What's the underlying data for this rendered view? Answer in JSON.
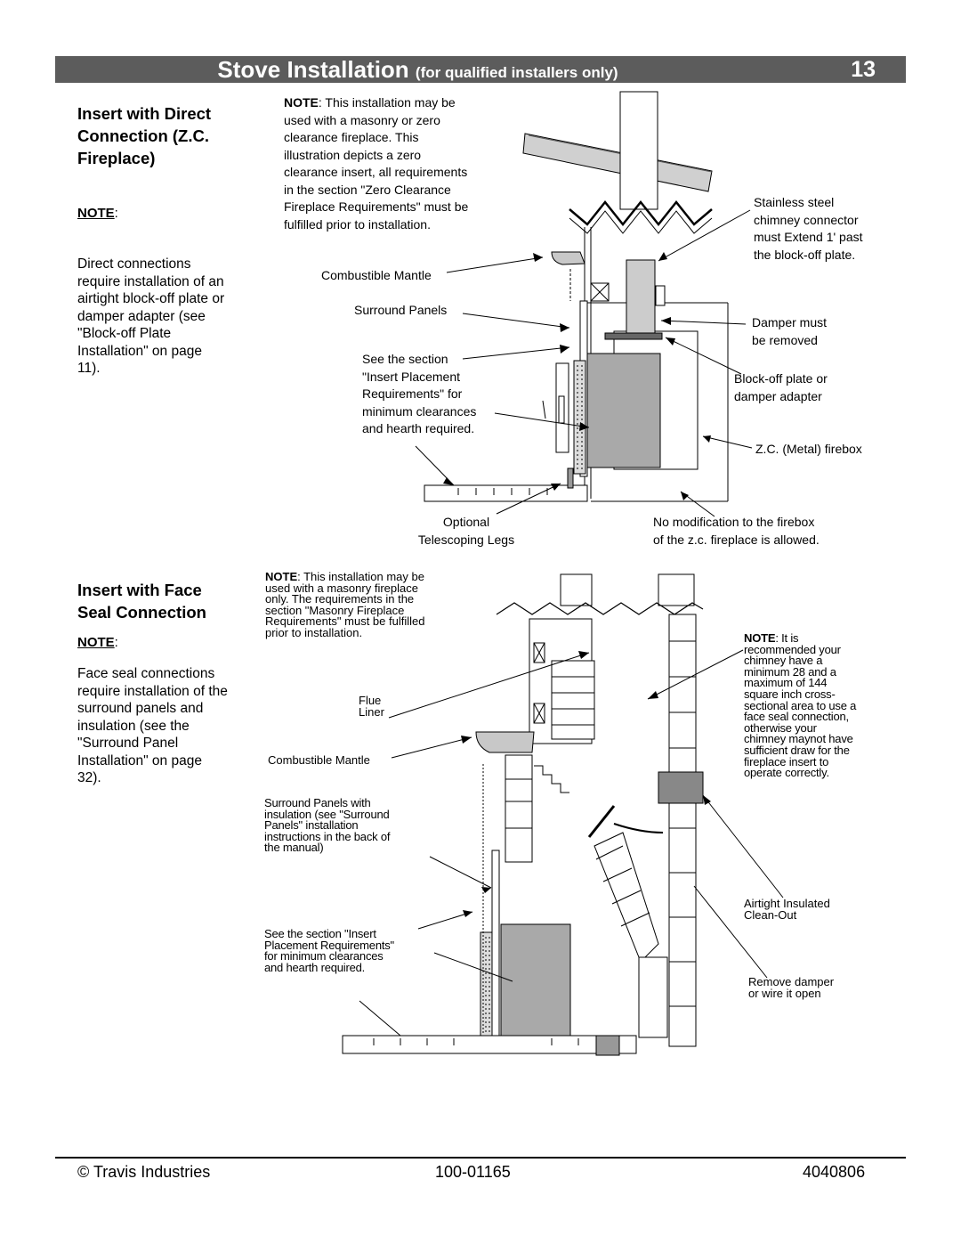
{
  "header": {
    "title": "Stove Installation",
    "subtitle": "(for qualified installers only)",
    "page_number": "13"
  },
  "section1": {
    "title_lines": [
      "Insert with Direct",
      "Connection (Z.C.",
      "Fireplace)"
    ],
    "note_label": "NOTE",
    "body_lines": [
      "Direct connections",
      "require installation of an",
      "airtight block-off plate or",
      "damper adapter (see",
      "\"Block-off Plate",
      "Installation\" on page",
      "11)."
    ],
    "diagram_note_lead": "NOTE",
    "diagram_note_lines": [
      ": This installation may be",
      "used with a masonry or zero",
      "clearance fireplace. This",
      "illustration depicts a zero",
      "clearance insert, all requirements",
      "in the section \"Zero Clearance",
      "Fireplace Requirements\" must be",
      "fulfilled prior to installation."
    ],
    "labels": {
      "combustible_mantle": "Combustible Mantle",
      "surround_panels": "Surround Panels",
      "see_section": [
        "See the section",
        "\"Insert Placement",
        "Requirements\" for",
        "minimum clearances",
        "and hearth required."
      ],
      "optional_legs": [
        "Optional",
        "Telescoping Legs"
      ],
      "stainless": [
        "Stainless steel",
        "chimney connector",
        "must Extend 1' past",
        "the block-off plate."
      ],
      "damper_removed": [
        "Damper must",
        "be removed"
      ],
      "blockoff": [
        "Block-off plate or",
        "damper adapter"
      ],
      "firebox": "Z.C. (Metal) firebox",
      "no_modification": [
        "No modification to the firebox",
        "of the z.c. fireplace is allowed."
      ]
    }
  },
  "section2": {
    "title_lines": [
      "Insert with Face",
      "Seal Connection"
    ],
    "note_label": "NOTE",
    "body_lines": [
      "Face seal connections",
      "require installation of the",
      "surround panels and",
      "insulation (see the",
      "\"Surround Panel",
      "Installation\" on page",
      "32)."
    ],
    "diagram_note_lead": "NOTE",
    "diagram_note_lines": [
      ": This installation may be",
      "used with a masonry fireplace",
      "only. The requirements in the",
      "section \"Masonry Fireplace",
      "Requirements\" must be fulfilled",
      "prior to installation."
    ],
    "labels": {
      "flue_liner": [
        "Flue",
        "Liner"
      ],
      "combustible_mantle": "Combustible Mantle",
      "surround_insulation": [
        "Surround Panels with",
        "insulation (see \"Surround",
        "Panels\"  installation",
        "instructions in the back of",
        "the manual)"
      ],
      "see_section": [
        "See the section \"Insert",
        "Placement  Requirements\"",
        "for minimum clearances",
        "and hearth required."
      ],
      "chimney_note_lead": "NOTE",
      "chimney_note_lines": [
        ": It is",
        "recommended your",
        "chimney have a",
        "minimum 28 and a",
        "maximum of 144",
        "square inch cross-",
        "sectional area to use a",
        "face seal connection,",
        "otherwise your",
        "chimney maynot have",
        "sufficient draw for the",
        "fireplace insert to",
        "operate correctly."
      ],
      "cleanout": [
        "Airtight Insulated",
        "Clean-Out"
      ],
      "remove_damper": [
        "Remove damper",
        "or wire it open"
      ]
    }
  },
  "footer": {
    "company": "© Travis Industries",
    "doc_number": "100-01165",
    "code": "4040806"
  }
}
